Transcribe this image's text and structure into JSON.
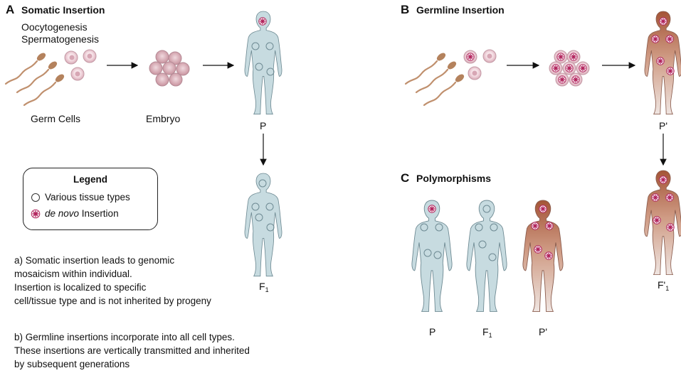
{
  "panel_a": {
    "letter": "A",
    "title": "Somatic Insertion"
  },
  "panel_b": {
    "letter": "B",
    "title": "Germline Insertion"
  },
  "panel_c": {
    "letter": "C",
    "title": "Polymorphisms"
  },
  "process_lines": [
    "Oocytogenesis",
    "Spermatogenesis"
  ],
  "labels": {
    "germ_cells": "Germ Cells",
    "embryo": "Embryo",
    "p": "P",
    "f1_base": "F",
    "f1_sub": "1",
    "p_prime": "P'",
    "f1_prime_base": "F'",
    "f1_prime_sub": "1",
    "c_p": "P",
    "c_f1_base": "F",
    "c_f1_sub": "1",
    "c_p_prime": "P'"
  },
  "legend": {
    "title": "Legend",
    "item1": "Various tissue types",
    "item2_italic": "de novo",
    "item2_rest": " Insertion"
  },
  "notes": {
    "a_lines": [
      "a) Somatic insertion leads to genomic",
      "mosaicism within individual.",
      "Insertion is localized to specific",
      "cell/tissue type and is not inherited by progeny"
    ],
    "b_lines": [
      "b) Germline insertions incorporate into all cell types.",
      "These insertions are vertically transmitted and inherited",
      "by subsequent generations"
    ]
  },
  "colors": {
    "body_blue": "#c7dbe0",
    "body_outline": "#6e8a93",
    "body_copper_top": "#a85a3c",
    "body_copper_bottom": "#ede1dc",
    "insertion": "#b0205a",
    "cell_pink": "#e9c9d2",
    "sperm": "#c0906e"
  }
}
